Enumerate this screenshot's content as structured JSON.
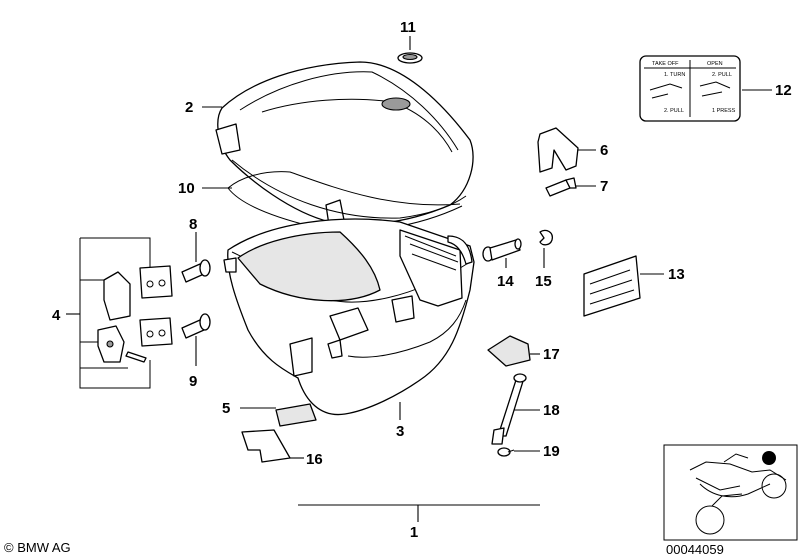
{
  "labels": {
    "p1": "1",
    "p2": "2",
    "p3": "3",
    "p4": "4",
    "p5": "5",
    "p6": "6",
    "p7": "7",
    "p8": "8",
    "p9": "9",
    "p10": "10",
    "p11": "11",
    "p12": "12",
    "p13": "13",
    "p14": "14",
    "p15": "15",
    "p16": "16",
    "p17": "17",
    "p18": "18",
    "p19": "19"
  },
  "sticker": {
    "left_header": "TAKE OFF",
    "right_header": "OPEN",
    "left_step1": "1. TURN",
    "left_step2": "2. PULL",
    "right_step1": "2. PULL",
    "right_step2": "1 PRESS"
  },
  "footer": {
    "copyright": "© BMW AG",
    "diagram_id": "00044059"
  }
}
